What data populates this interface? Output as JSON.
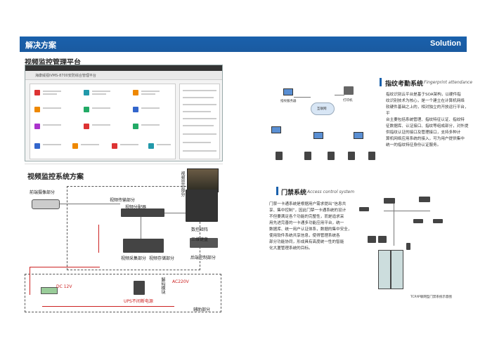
{
  "header": {
    "left_title": "解决方案",
    "right_title": "Solution"
  },
  "platform": {
    "title": "视频监控管理平台",
    "app_title": "海康威视iVMS-8700安防综合管理平台"
  },
  "system": {
    "title": "视频监控系统方案",
    "labels": {
      "front_camera": "前端摄像部分",
      "transmission": "视频传输部分",
      "splitter": "视频分配器",
      "display": "视频显示部分",
      "matrix": "数控矩阵",
      "keyboard": "三维键盘",
      "back_control": "后端控制部分",
      "capture": "视频采集部分",
      "storage": "视频存储部分",
      "dc": "DC 12V",
      "ups": "UPS不间断电源",
      "decoder": "解码模块",
      "ac": "AC220V",
      "aux": "辅助部分"
    }
  },
  "fingerprint": {
    "title": "指纹考勤系统",
    "subtitle": "Fingerprint attendance",
    "lines": [
      "指纹识别云平台是基于SOA架构，以硬件指",
      "纹识别技术为核心，是一个建立在计算机网络",
      "软硬件基础之上的，相对独立的开放运行平台，平",
      "台主要包括系统管理、指纹特征认证、指纹特",
      "征数据库、认证接口、指纹等组成部分，对外提",
      "供指纹认证的接口及管理接口，支持多种计",
      "算机网络应用系统的接入，可为用户提供集中",
      "统一的指纹特征身份认证服务。"
    ],
    "server_label": "指纹服务器",
    "printer_label": "打印机",
    "network_label": "互联网"
  },
  "access": {
    "title": "门禁系统",
    "subtitle": "Access control system",
    "lines": [
      "门禁一卡通系统是根据用户需求提出“信息共",
      "享、集中控制”，因此门禁一卡通系统的设计",
      "不但要满足各个功能的完整性，而是追求采",
      "用先进完善的一卡通多功能应用平台，统一",
      "数据库、统一用户认证体系，数据的集中安全，",
      "使用软件系统共享信息，使得管理系统各",
      "部分功能协同，形成具有高度统一性的智能",
      "化大厦管理系统的目标。"
    ],
    "diagram_caption": "TCP/IP联网型门禁系统示意图"
  }
}
